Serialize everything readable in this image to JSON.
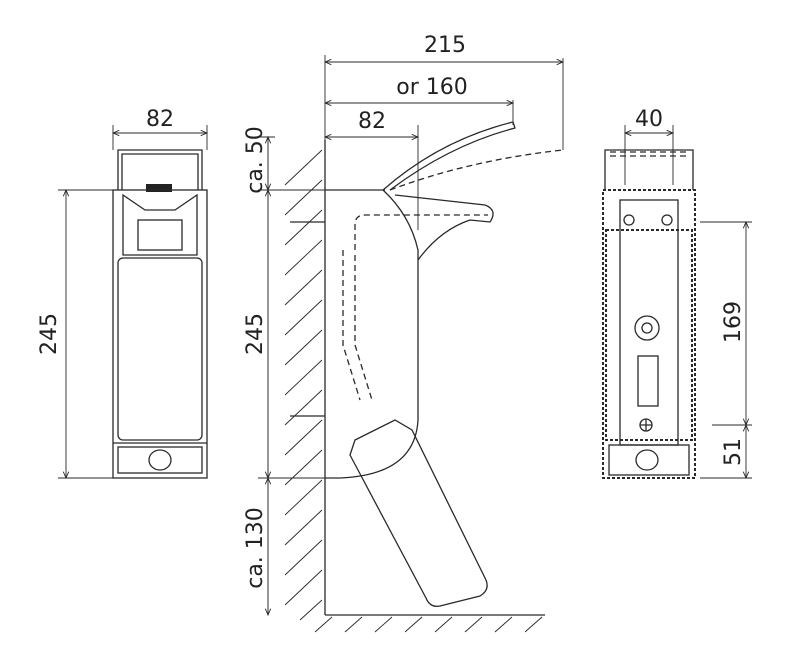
{
  "front_view": {
    "width_label": "82",
    "height_label": "245"
  },
  "side_view": {
    "total_depth_label": "215",
    "alt_depth_label": "or 160",
    "body_depth_label": "82",
    "top_clearance_label": "ca. 50",
    "height_label": "245",
    "bottom_clearance_label": "ca. 130"
  },
  "back_view": {
    "hole_spacing_label": "40",
    "upper_mount_label": "169",
    "lower_mount_label": "51"
  },
  "colors": {
    "line": "#2a2a2a",
    "background": "#ffffff"
  }
}
